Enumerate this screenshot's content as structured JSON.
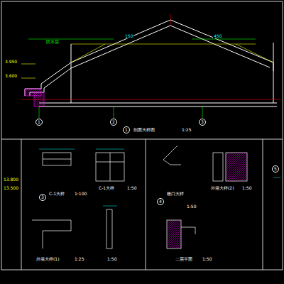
{
  "diagram": {
    "nodes": [
      {
        "text": [
          "1"
        ]
      },
      {
        "text": [
          "3"
        ]
      },
      {
        "text": [
          "4"
        ]
      },
      {
        "text": [
          "5"
        ]
      },
      {
        "text": [
          "1"
        ]
      },
      {
        "text": [
          "2"
        ]
      },
      {
        "text": [
          "3"
        ]
      }
    ],
    "labels": [
      "剖面大样图",
      "1:25",
      "3.950",
      "3.600",
      "防水层",
      "C-1大样",
      "1:100",
      "C-1大样",
      "1:50",
      "外墙大样(1)",
      "1:25",
      "1:50",
      "檐口大样",
      "1:50",
      "外墙大样(2)",
      "1:50",
      "二层平面",
      "1:50",
      "13.800",
      "13.500",
      "150",
      "450"
    ]
  }
}
